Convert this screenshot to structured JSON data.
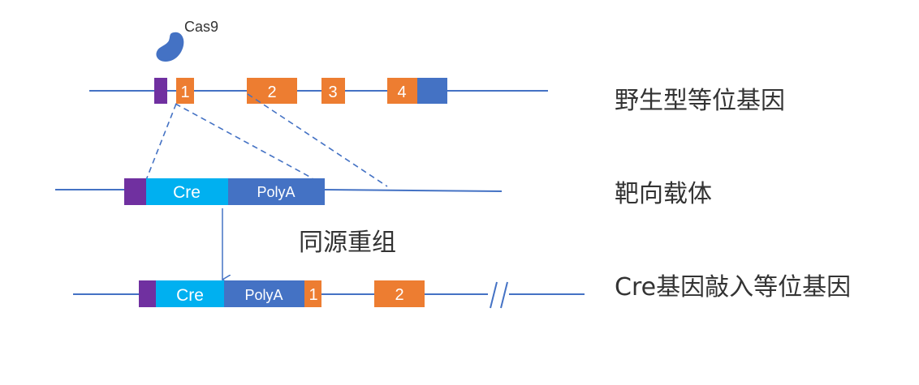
{
  "protein": {
    "label": "Cas9",
    "color": "#4472C4"
  },
  "colors": {
    "line": "#4472C4",
    "exon": "#ED7D31",
    "arm": "#7030A0",
    "cre": "#00B0F0",
    "polya": "#4472C4",
    "utr": "#4472C4",
    "exon_text": "#ffffff"
  },
  "wild_type": {
    "label": "野生型等位基因",
    "exons": [
      "1",
      "2",
      "3",
      "4"
    ]
  },
  "vector": {
    "label": "靶向载体",
    "cre_label": "Cre",
    "polya_label": "PolyA"
  },
  "process_label": "同源重组",
  "knock_in": {
    "label": "Cre基因敲入等位基因",
    "cre_label": "Cre",
    "polya_label": "PolyA",
    "exons": [
      "1",
      "2"
    ]
  }
}
